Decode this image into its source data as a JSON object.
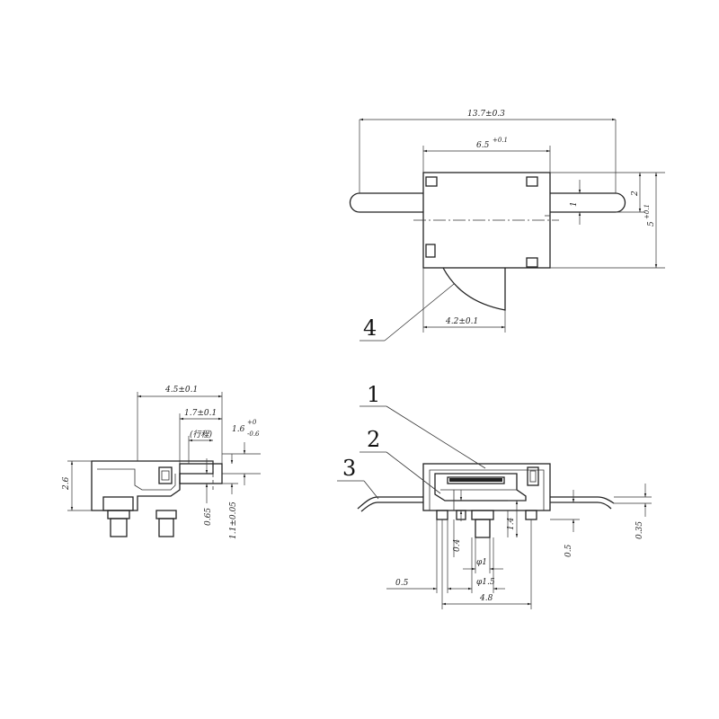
{
  "dimensions": {
    "overall_length": "13.7±0.3",
    "body_length": "6.5",
    "body_length_tol": "+0.1",
    "width_2": "2",
    "width_5": "5",
    "width_5_tol": "+0.1",
    "actuator_1": "1",
    "lever_4_2": "4.2±0.1",
    "side_4_5": "4.5±0.1",
    "side_1_7": "1.7±0.1",
    "stroke_label": "(行程)",
    "side_1_6": "1.6",
    "side_1_6_tol_plus": "+0",
    "side_1_6_tol_minus": "-0.6",
    "side_2_6": "2.6",
    "side_0_65": "0.65",
    "side_1_1": "1.1±0.05",
    "front_1_4": "1.4",
    "front_0_4": "0.4",
    "front_phi1": "φ1",
    "front_phi1_5": "φ1.5",
    "front_0_5_left": "0.5",
    "front_4_8": "4.8",
    "front_0_5_right": "0.5",
    "front_0_35": "0.35"
  },
  "callouts": {
    "one": "1",
    "two": "2",
    "three": "3",
    "four": "4"
  }
}
